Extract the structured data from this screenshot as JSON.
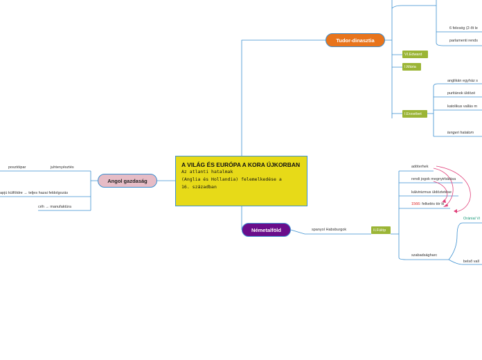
{
  "central": {
    "title": "A VILÁG ÉS EURÓPA A KORA ÚJKORBAN",
    "subtitle_line1": "Az atlanti hatalmak",
    "subtitle_line2": "(Anglia és Hollandia) felemelkedése a",
    "subtitle_line3": "16. században"
  },
  "branches": {
    "tudor": "Tudor-dinasztia",
    "nemetalfold": "Németalföld",
    "angol": "Angol gazdaság"
  },
  "tudor": {
    "tags": [
      "VI.Edward",
      "I.Mária",
      "I.Erzsébet"
    ],
    "leaves_top": [
      "6 feleség (2-őt le",
      "parlamenti rends"
    ],
    "erzsebet_leaves": [
      "anglikán egyház s",
      "puritánok üldözé",
      "katolikus vallás m",
      "tengeri hatalom"
    ]
  },
  "nemetalfold": {
    "spanyol": "spanyol Habsburgok",
    "tag": "II.Fülöp",
    "leaves": [
      "adóterhek",
      "rendi jogok megnyirbálása",
      "kálvinizmus üldöztetése"
    ],
    "felkeles_year": "1566",
    "felkeles_text": ": felkelés tör ki",
    "szabadsagharc": "szabadságharc",
    "oranial": "Oránial Vi",
    "belso": "belső vall"
  },
  "angol": {
    "posztoipar": "posztóipar",
    "juhtenyesztes": "juhtenyésztés",
    "export": "apjú külföldre → teljes hazai feldolgozás",
    "ceh": "céh → manufaktúra"
  },
  "colors": {
    "line": "#3a8fd0",
    "tudor": "#e8741c",
    "nemet": "#6a0d8a",
    "angol": "#e6bcc6",
    "central": "#e7da18",
    "tag": "#9bb536",
    "arrow": "#e0407a"
  }
}
